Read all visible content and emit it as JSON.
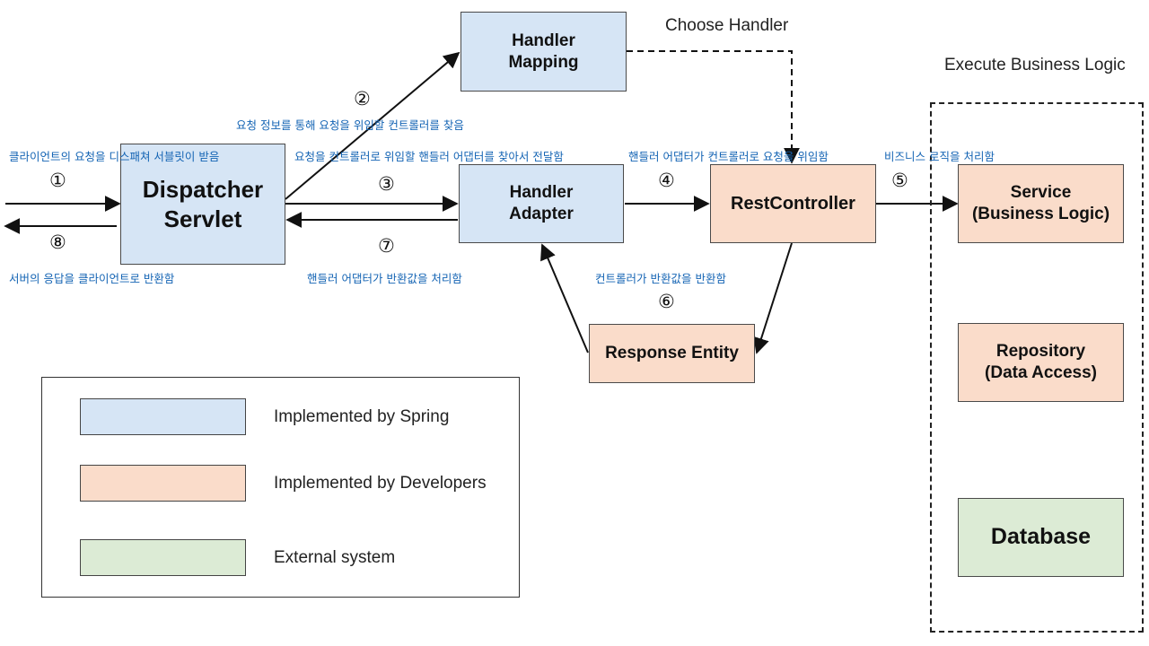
{
  "nodes": {
    "dispatcher": "Dispatcher\nServlet",
    "handler_mapping": "Handler\nMapping",
    "handler_adapter": "Handler\nAdapter",
    "rest_controller": "RestController",
    "response_entity": "Response Entity",
    "service": "Service\n(Business Logic)",
    "repository": "Repository\n(Data Access)",
    "database": "Database"
  },
  "region_labels": {
    "choose_handler": "Choose Handler",
    "execute_logic": "Execute Business Logic"
  },
  "steps": {
    "s1": "①",
    "s2": "②",
    "s3": "③",
    "s4": "④",
    "s5": "⑤",
    "s6": "⑥",
    "s7": "⑦",
    "s8": "⑧"
  },
  "annotations": {
    "a1": "클라이언트의 요청을 디스패쳐 서블릿이 받음",
    "a2": "요청 정보를 통해 요청을 위임할 컨트롤러를 찾음",
    "a3": "요청을 컨트롤러로 위임할 핸들러 어댑터를 찾아서 전달함",
    "a4": "핸들러 어댑터가 컨트롤러로 요청을 위임함",
    "a5": "비즈니스 로직을 처리함",
    "a6": "컨트롤러가 반환값을 반환함",
    "a7": "핸들러 어댑터가 반환값을 처리함",
    "a8": "서버의 응답을 클라이언트로 반환함"
  },
  "legend": {
    "spring": {
      "label": "Implemented by Spring",
      "color": "#d6e5f5"
    },
    "developers": {
      "label": "Implemented by Developers",
      "color": "#fadcca"
    },
    "external": {
      "label": "External system",
      "color": "#dcebd5"
    }
  }
}
